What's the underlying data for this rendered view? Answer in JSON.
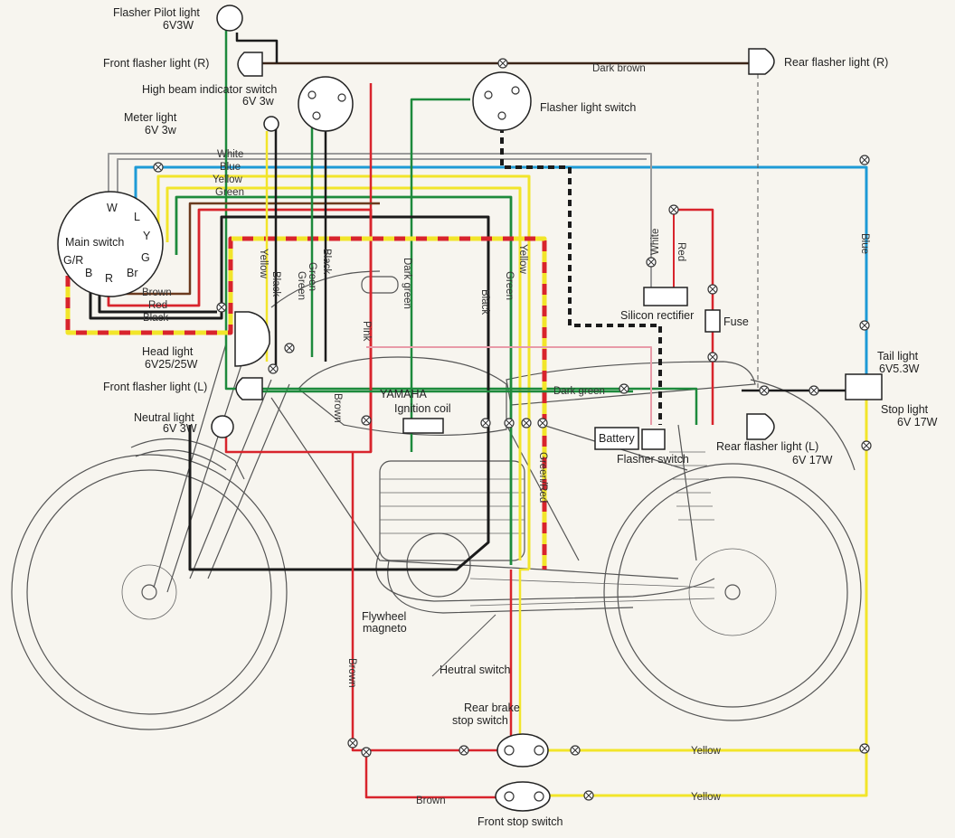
{
  "colors": {
    "background": "#f7f5ef",
    "red": "#d8242c",
    "yellow": "#f2e52a",
    "blue": "#1e9ad6",
    "green": "#1d8a3c",
    "black": "#1b1b1b",
    "brown": "#6b3a1e",
    "white_wire": "#9a9a9a",
    "sketch": "#555555"
  },
  "components": {
    "flasher_pilot_light": {
      "name": "Flasher Pilot light",
      "rating": "6V3W"
    },
    "front_flasher_right": {
      "name": "Front flasher light (R)"
    },
    "high_beam_indicator": {
      "name": "High beam indicator switch",
      "rating": "6V 3w"
    },
    "meter_light": {
      "name": "Meter light",
      "rating": "6V 3w"
    },
    "main_switch": {
      "name": "Main switch",
      "terminals": [
        "W",
        "L",
        "Y",
        "G",
        "G/R",
        "B",
        "R",
        "Br"
      ]
    },
    "head_light": {
      "name": "Head light",
      "rating": "6V25/25W"
    },
    "front_flasher_left": {
      "name": "Front flasher light (L)"
    },
    "neutral_light": {
      "name": "Neutral light",
      "rating": "6V 3W"
    },
    "flasher_light_switch": {
      "name": "Flasher light switch"
    },
    "rear_flasher_right": {
      "name": "Rear flasher light (R)"
    },
    "silicon_rectifier": {
      "name": "Silicon rectifier"
    },
    "fuse": {
      "name": "Fuse"
    },
    "tail_light": {
      "name": "Tail light",
      "rating": "6V5.3W"
    },
    "stop_light": {
      "name": "Stop light",
      "rating": "6V 17W"
    },
    "ignition_coil": {
      "name": "Ignition coil"
    },
    "battery": {
      "name": "Battery"
    },
    "flasher_switch": {
      "name": "Flasher switch"
    },
    "rear_flasher_left": {
      "name": "Rear flasher light (L)",
      "rating": "6V 17W"
    },
    "flywheel_magneto": {
      "name": "Flywheel",
      "name2": "magneto"
    },
    "neutral_switch": {
      "name": "Heutral switch"
    },
    "rear_brake_stop_switch": {
      "name": "Rear brake",
      "name2": "stop switch"
    },
    "front_stop_switch": {
      "name": "Front stop switch"
    },
    "brand": "YAMAHA"
  },
  "wire_labels": {
    "dark_brown_top": "Dark brown",
    "white": "White",
    "blue": "Blue",
    "yellow": "Yellow",
    "green": "Green",
    "brown_main": "Brown",
    "red_main": "Red",
    "black_main": "Black",
    "yellow_v": "Yellow",
    "black_v1": "Black",
    "green_v1": "Green",
    "black_v2": "Black",
    "dark_green_v": "Dark green",
    "pink_v": "Pink",
    "black_v3": "Black",
    "green_v2": "Green",
    "yellow_v2": "Yellow",
    "white_v": "White",
    "red_v": "Red",
    "blue_v": "Blue",
    "dark_green_h": "Dark green",
    "brown_v1": "Brown",
    "green_red_v": "Green/Red",
    "brown_v2": "Brown",
    "yellow_bottom1": "Yellow",
    "yellow_bottom2": "Yellow",
    "brown_bottom": "Brown"
  }
}
